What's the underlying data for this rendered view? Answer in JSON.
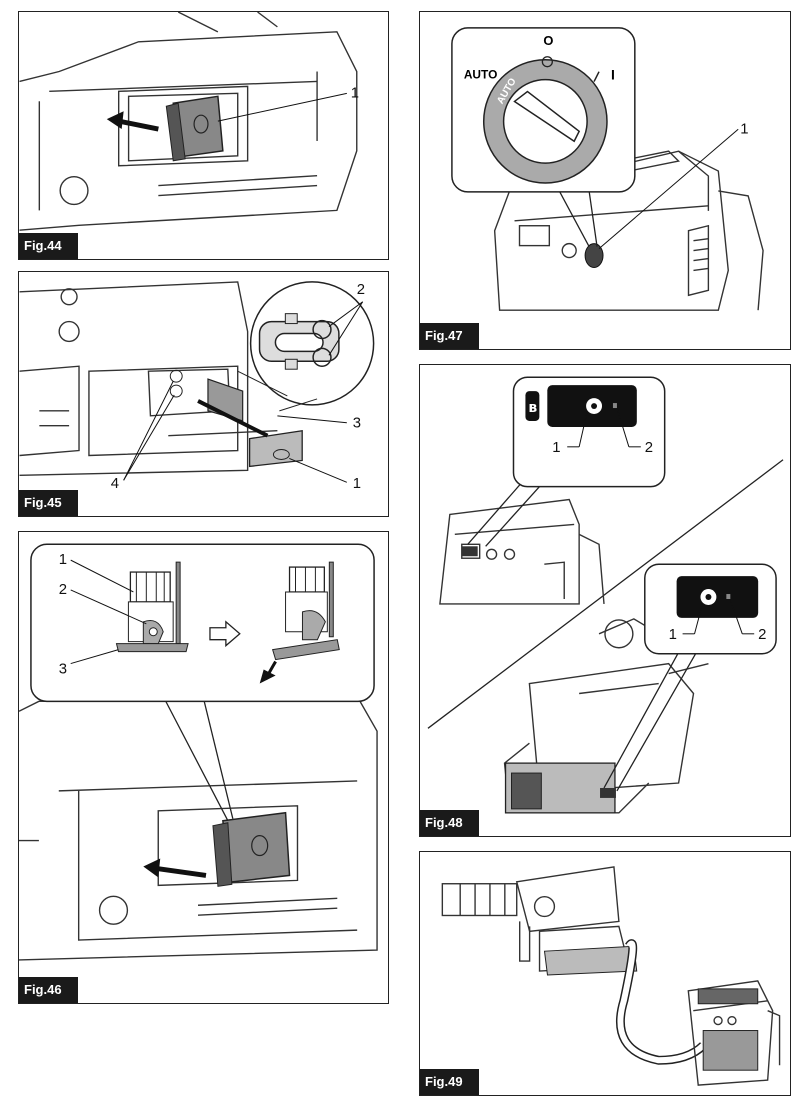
{
  "figures": {
    "fig44": {
      "label": "Fig.44",
      "callouts": [
        "1"
      ]
    },
    "fig45": {
      "label": "Fig.45",
      "callouts": [
        "2",
        "3",
        "1",
        "4"
      ]
    },
    "fig46": {
      "label": "Fig.46",
      "callouts": [
        "1",
        "2",
        "3"
      ]
    },
    "fig47": {
      "label": "Fig.47",
      "callouts": [
        "1"
      ],
      "dial": {
        "auto": "AUTO",
        "auto_ring": "AUTO",
        "off": "O",
        "on": "I"
      }
    },
    "fig48": {
      "label": "Fig.48",
      "callouts": [
        "1",
        "2",
        "1",
        "2"
      ]
    },
    "fig49": {
      "label": "Fig.49"
    }
  }
}
